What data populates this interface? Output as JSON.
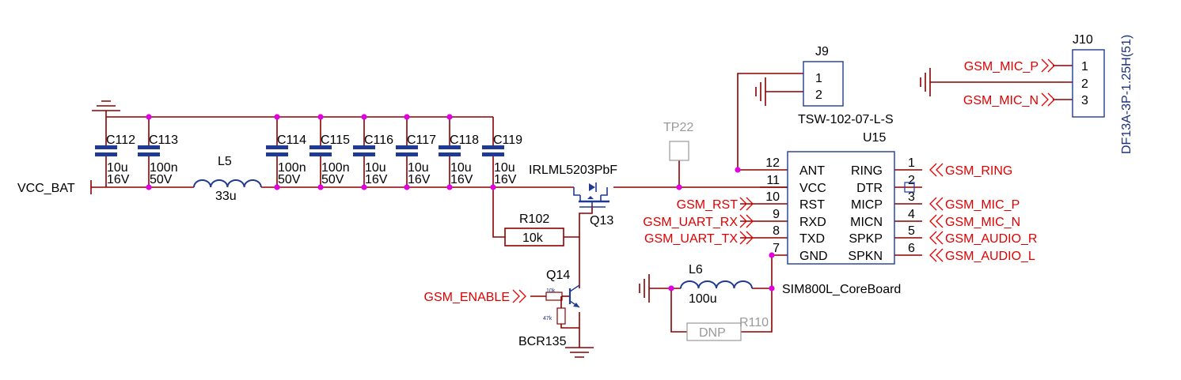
{
  "power": {
    "vcc_bat": "VCC_BAT"
  },
  "capacitors": [
    {
      "ref": "C112",
      "value": "10u",
      "voltage": "16V"
    },
    {
      "ref": "C113",
      "value": "100n",
      "voltage": "50V"
    },
    {
      "ref": "C114",
      "value": "100n",
      "voltage": "50V"
    },
    {
      "ref": "C115",
      "value": "100n",
      "voltage": "50V"
    },
    {
      "ref": "C116",
      "value": "10u",
      "voltage": "16V"
    },
    {
      "ref": "C117",
      "value": "10u",
      "voltage": "16V"
    },
    {
      "ref": "C118",
      "value": "10u",
      "voltage": "16V"
    },
    {
      "ref": "C119",
      "value": "10u",
      "voltage": "16V"
    }
  ],
  "inductors": {
    "l5": {
      "ref": "L5",
      "value": "33u"
    },
    "l6": {
      "ref": "L6",
      "value": "100u"
    }
  },
  "mosfet": {
    "part": "IRLML5203PbF",
    "ref": "Q13"
  },
  "testpoint": {
    "ref": "TP22"
  },
  "r102": {
    "ref": "R102",
    "value": "10k"
  },
  "r110": {
    "ref": "R110",
    "value": "DNP"
  },
  "q14": {
    "ref": "Q14",
    "part": "BCR135",
    "r_base": "10k",
    "r_be": "47k"
  },
  "net_enable": "GSM_ENABLE",
  "j9": {
    "ref": "J9",
    "part": "TSW-102-07-L-S",
    "pins": [
      "1",
      "2"
    ]
  },
  "j10": {
    "ref": "J10",
    "part": "DF13A-3P-1.25H(51)",
    "pins": [
      "1",
      "2",
      "3"
    ],
    "nets": [
      "GSM_MIC_P",
      "GSM_MIC_N"
    ]
  },
  "u15": {
    "ref": "U15",
    "part": "SIM800L_CoreBoard",
    "left_pins": [
      {
        "num": "12",
        "name": "ANT"
      },
      {
        "num": "11",
        "name": "VCC"
      },
      {
        "num": "10",
        "name": "RST"
      },
      {
        "num": "9",
        "name": "RXD"
      },
      {
        "num": "8",
        "name": "TXD"
      },
      {
        "num": "7",
        "name": "GND"
      }
    ],
    "right_pins": [
      {
        "num": "1",
        "name": "RING"
      },
      {
        "num": "2",
        "name": "DTR"
      },
      {
        "num": "3",
        "name": "MICP"
      },
      {
        "num": "4",
        "name": "MICN"
      },
      {
        "num": "5",
        "name": "SPKP"
      },
      {
        "num": "6",
        "name": "SPKN"
      }
    ],
    "left_nets": [
      "GSM_RST",
      "GSM_UART_RX",
      "GSM_UART_TX"
    ],
    "right_nets": [
      "GSM_RING",
      "GSM_MIC_P",
      "GSM_MIC_N",
      "GSM_AUDIO_R",
      "GSM_AUDIO_L"
    ]
  },
  "colors": {
    "wire": "#8b0000",
    "component": "#1f3a93",
    "junction": "#e000e0",
    "net_label": "#e00000",
    "ref_text": "#1a3080"
  }
}
